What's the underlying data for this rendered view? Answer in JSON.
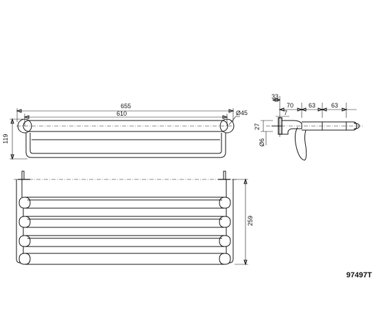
{
  "product_code": "97497T",
  "dimensions": {
    "overall_width": "655",
    "center_to_center": "610",
    "flange_diameter": "Ø45",
    "depth": "119",
    "basket_height": "259",
    "side_33": "33",
    "side_70": "70",
    "side_63_a": "63",
    "side_63_b": "63",
    "side_7": "7",
    "side_27": "27",
    "side_dia6": "Ø6"
  }
}
